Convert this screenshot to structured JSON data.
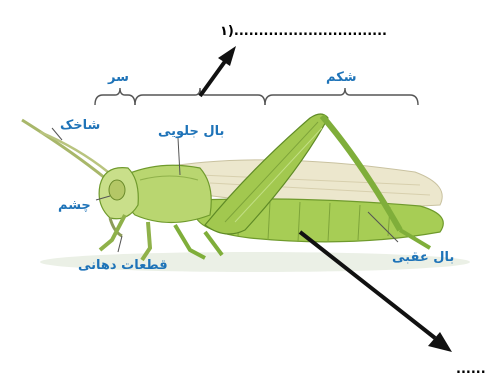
{
  "labels": {
    "q1": "۱)...............................",
    "q2": "......",
    "head": "سر",
    "abdomen": "شکم",
    "antenna": "شاخک",
    "front_wing": "بال جلویی",
    "eye": "چشم",
    "mouthparts": "قطعات دهانی",
    "hind_wing": "بال عقبی"
  },
  "colors": {
    "label_blue": "#1e73b8",
    "body_green": "#9cc24a",
    "leg_green": "#7fae3a",
    "wing_beige": "#e9e4c9",
    "arrow": "#111111"
  }
}
